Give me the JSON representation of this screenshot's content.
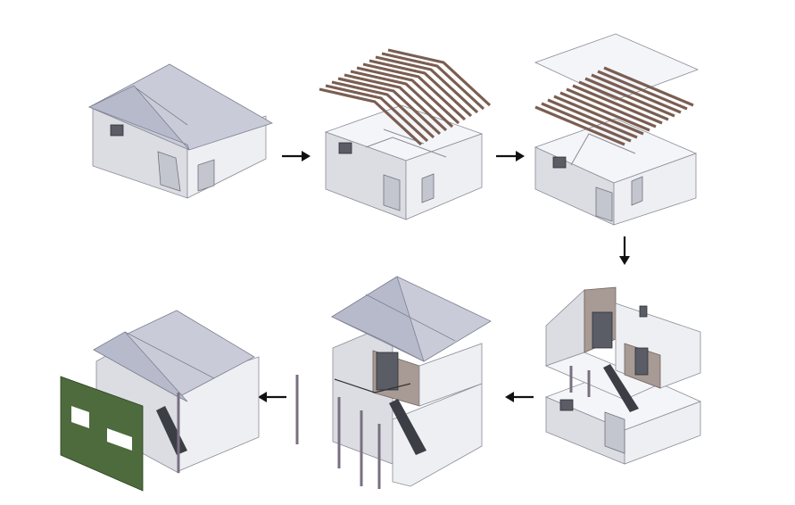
{
  "diagram": {
    "type": "exploded-isometric-construction-sequence",
    "step_count": 6,
    "arrows": [
      {
        "icon": "arrow-right-icon",
        "direction": "right"
      },
      {
        "icon": "arrow-right-icon",
        "direction": "right"
      },
      {
        "icon": "arrow-down-icon",
        "direction": "down"
      },
      {
        "icon": "arrow-left-icon",
        "direction": "left"
      },
      {
        "icon": "arrow-left-icon",
        "direction": "left"
      }
    ],
    "colors": {
      "background": "#ffffff",
      "wall": "#eeeff3",
      "roof": "#c9ccd8",
      "rafter": "#7a5e52",
      "brick": "#a89a94",
      "green_wall": "#4d6b3c",
      "arrow": "#111111"
    }
  }
}
